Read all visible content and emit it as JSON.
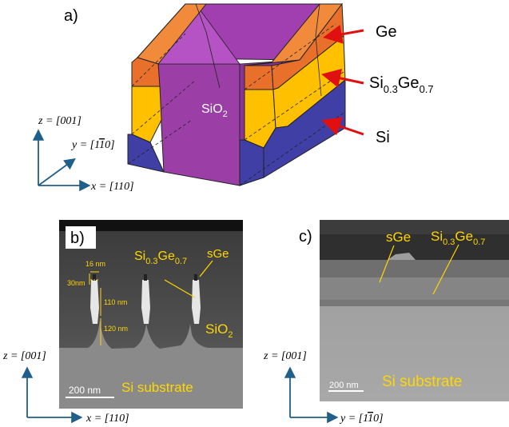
{
  "panel_a": {
    "label": "a)",
    "layer_labels": {
      "ge": "Ge",
      "sige_main": "Si",
      "sige_sub1": "0.3",
      "sige_mid": "Ge",
      "sige_sub2": "0.7",
      "si": "Si"
    },
    "center_label_main": "SiO",
    "center_label_sub": "2",
    "axes": {
      "z": "z = [001]",
      "y_pre": "y = [1",
      "y_bar": "1",
      "y_post": "0]",
      "x": "x = [110]"
    },
    "colors": {
      "ge": "#e8702a",
      "sige": "#ffc000",
      "si": "#3f3fa6",
      "sio2": "#9b3fa6",
      "arrow": "#e01010"
    }
  },
  "panel_b": {
    "label": "b)",
    "dims": {
      "top_width": "16 nm",
      "tip": "30nm",
      "middle": "110 nm",
      "bottom": "120 nm"
    },
    "sige_main": "Si",
    "sige_sub1": "0.3",
    "sige_mid": "Ge",
    "sige_sub2": "0.7",
    "sge": "sGe",
    "sio2_main": "SiO",
    "sio2_sub": "2",
    "substrate": "Si substrate",
    "scalebar": "200  nm",
    "axes": {
      "z": "z = [001]",
      "x": "x = [110]"
    }
  },
  "panel_c": {
    "label": "c)",
    "sge": "sGe",
    "sige_main": "Si",
    "sige_sub1": "0.3",
    "sige_mid": "Ge",
    "sige_sub2": "0.7",
    "substrate": "Si substrate",
    "scalebar": "200  nm",
    "axes": {
      "z": "z = [001]",
      "y_pre": "y = [1",
      "y_bar": "1",
      "y_post": "0]"
    }
  }
}
